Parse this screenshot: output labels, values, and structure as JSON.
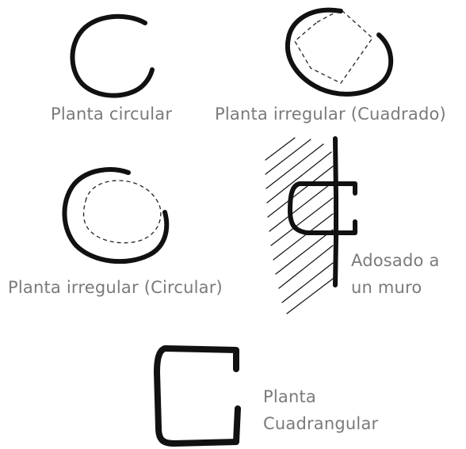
{
  "labels": {
    "circular": "Planta circular",
    "irregular_square": "Planta irregular (Cuadrado)",
    "irregular_circle": "Planta irregular (Circular)",
    "wall_line1": "Adosado a",
    "wall_line2": "un muro",
    "quad_line1": "Planta",
    "quad_line2": "Cuadrangular"
  },
  "colors": {
    "ink": "#111111",
    "label": "#7a7a7a",
    "background": "#ffffff"
  }
}
